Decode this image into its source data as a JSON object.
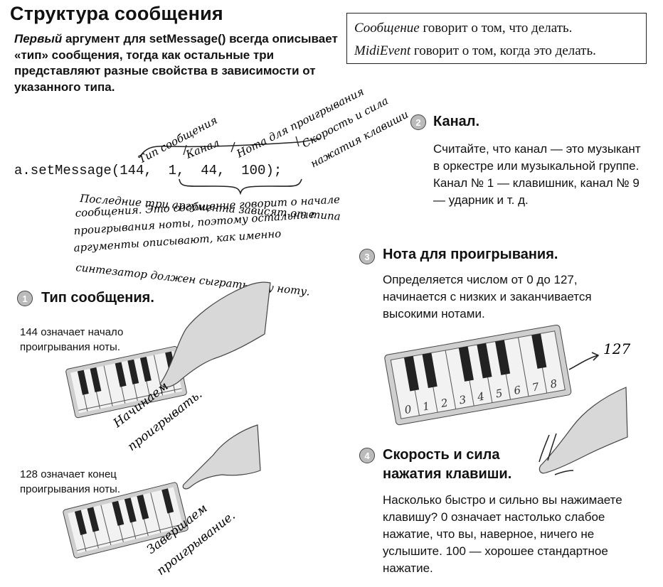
{
  "title": "Структура сообщения",
  "intro": {
    "lead": "Первый",
    "text": " аргумент для setMessage() всегда описывает «тип» сообщения, тогда как остальные три представляют разные свойства в зависимости от указанного типа."
  },
  "box": {
    "line1_em": "Сообщение",
    "line1": " говорит о том, что делать.",
    "line2_em": "MidiEvent",
    "line2": " говорит о том, когда это делать."
  },
  "code": "a.setMessage(144,  1,  44,  100);",
  "labels": {
    "type": "Тип сообщения",
    "channel": "Канал",
    "note": "Нота для проигрывания",
    "velocity_1": "Скорость и сила",
    "velocity_2": "нажатия клавиши"
  },
  "note_lines": [
    "Последние три аргумента зависят от типа",
    "сообщения. Это сообщение говорит о начале",
    "проигрывания ноты, поэтому остальные",
    "аргументы описывают, как именно",
    "синтезатор должен сыграть эту ноту."
  ],
  "sections": [
    {
      "num": "1",
      "heading": "Тип сообщения."
    },
    {
      "num": "2",
      "heading": "Канал.",
      "body": "Считайте, что канал — это музыкант в оркестре или музыкальной группе. Канал № 1 — клавишник, канал № 9 — ударник и т. д."
    },
    {
      "num": "3",
      "heading": "Нота для проигрывания.",
      "body": "Определяется числом от 0 до 127, начинается с низких и заканчивается высокими нотами."
    },
    {
      "num": "4",
      "heading_1": "Скорость и сила",
      "heading_2": "нажатия клавиши.",
      "body": "Насколько быстро и сильно вы нажимаете клавишу? 0 означает настолько слабое нажатие, что вы, наверное, ничего не услышите. 100 — хорошее стандартное нажатие."
    }
  ],
  "note_on": {
    "text": "144 означает начало проигрывания ноты.",
    "caption_1": "Начинаем",
    "caption_2": "проигрывать."
  },
  "note_off": {
    "text": "128 означает конец проигрывания ноты.",
    "caption_1": "Завершаем",
    "caption_2": "проигрывание."
  },
  "keyboard_numbers": [
    "0",
    "1",
    "2",
    "3",
    "4",
    "5",
    "6",
    "7",
    "8"
  ],
  "max_note": "127"
}
